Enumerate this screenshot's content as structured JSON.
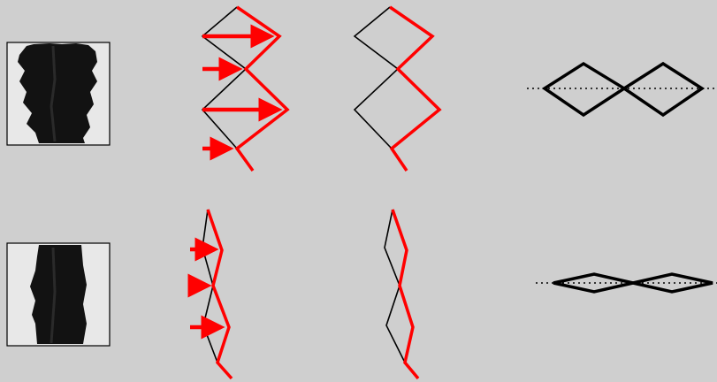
{
  "colors": {
    "background": "#cfcfcf",
    "stroke": "#000000",
    "highlight": "#ff0000",
    "photo_bg": "#e8e8e8",
    "fiber": "#121212"
  },
  "rows": [
    {
      "photo": "fiber-photo-wide",
      "state": "open-zigzag"
    },
    {
      "photo": "fiber-photo-narrow",
      "state": "compressed-zigzag"
    }
  ]
}
